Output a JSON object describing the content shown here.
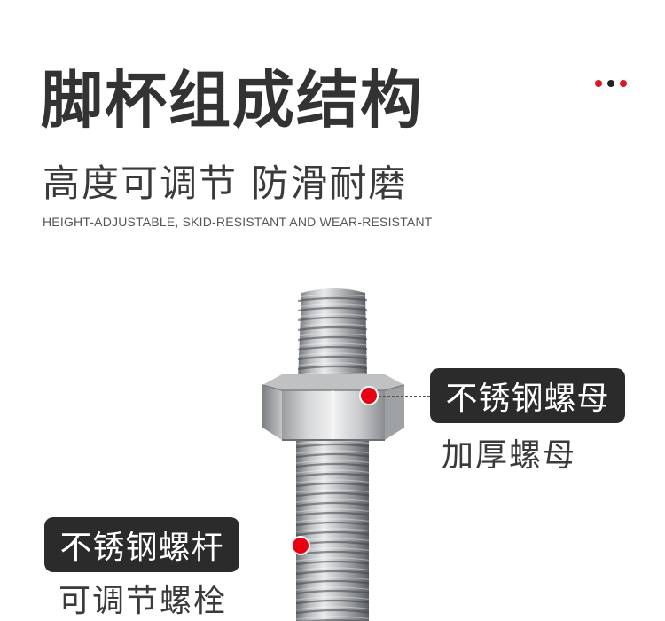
{
  "header": {
    "title": "脚杯组成结构",
    "subtitle": "高度可调节 防滑耐磨",
    "english": "HEIGHT-ADJUSTABLE, SKID-RESISTANT AND WEAR-RESISTANT"
  },
  "decor": {
    "dot_colors": [
      "#e0141e",
      "#222222",
      "#e0141e"
    ]
  },
  "callouts": {
    "nut": {
      "label": "不锈钢螺母",
      "caption": "加厚螺母"
    },
    "rod": {
      "label": "不锈钢螺杆",
      "caption": "可调节螺栓"
    }
  },
  "colors": {
    "accent": "#e60012",
    "label_bg": "#2b2b2b"
  }
}
